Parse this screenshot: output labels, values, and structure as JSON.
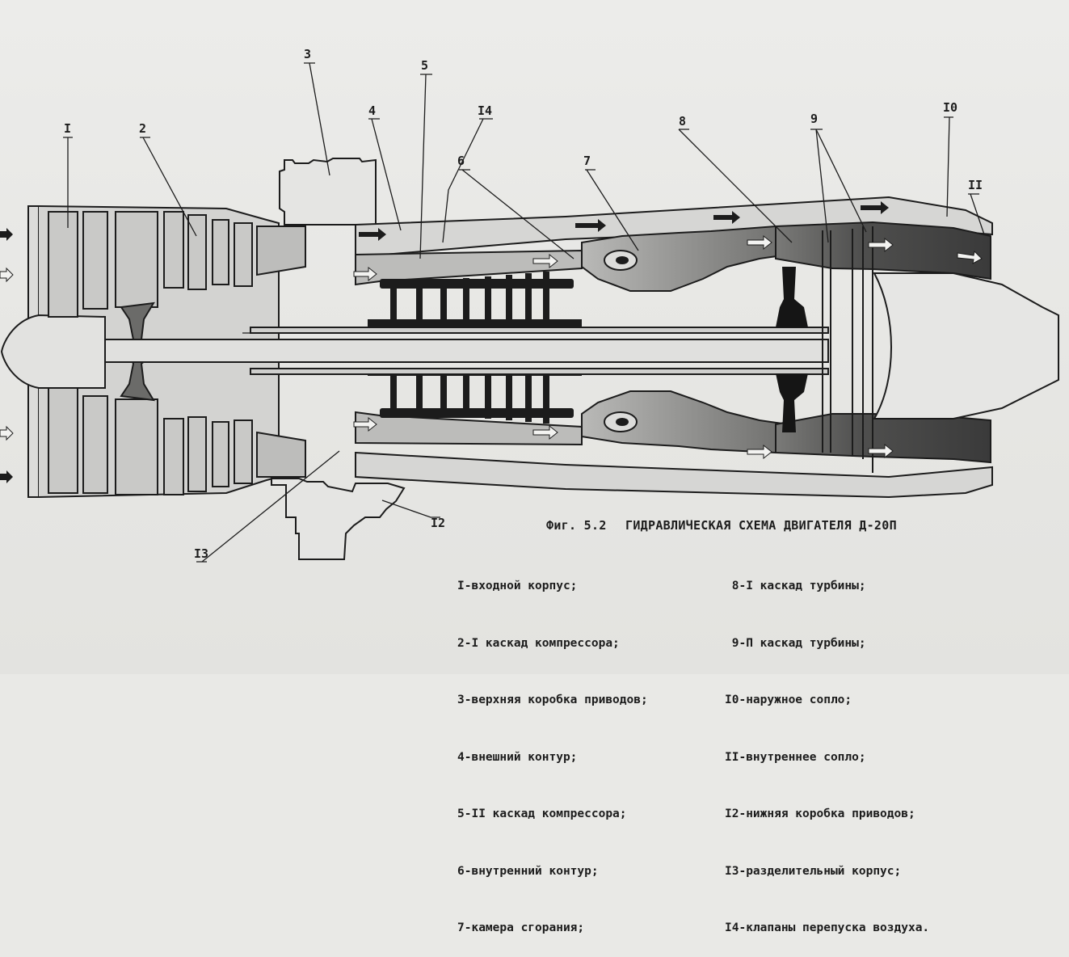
{
  "figure": {
    "number": "Фиг. 5.2",
    "title": "ГИДРАВЛИЧЕСКАЯ СХЕМА ДВИГАТЕЛЯ Д-20П"
  },
  "callouts": [
    {
      "id": "1",
      "label": "I"
    },
    {
      "id": "2",
      "label": "2"
    },
    {
      "id": "3",
      "label": "3"
    },
    {
      "id": "4",
      "label": "4"
    },
    {
      "id": "5",
      "label": "5"
    },
    {
      "id": "6",
      "label": "6"
    },
    {
      "id": "7",
      "label": "7"
    },
    {
      "id": "8",
      "label": "8"
    },
    {
      "id": "9",
      "label": "9"
    },
    {
      "id": "10",
      "label": "I0"
    },
    {
      "id": "11",
      "label": "II"
    },
    {
      "id": "12",
      "label": "I2"
    },
    {
      "id": "13",
      "label": "I3"
    },
    {
      "id": "14",
      "label": "I4"
    }
  ],
  "legend": {
    "left": [
      "I-входной корпус;",
      "2-I каскад компрессора;",
      "3-верхняя коробка приводов;",
      "4-внешний контур;",
      "5-II каскад компрессора;",
      "6-внутренний контур;",
      "7-камера сгорания;"
    ],
    "right": [
      " 8-I каскад турбины;",
      " 9-П каскад турбины;",
      "I0-наружное сопло;",
      "II-внутреннее сопло;",
      "I2-нижняя коробка приводов;",
      "I3-разделительный корпус;",
      "I4-клапаны перепуска воздуха."
    ]
  },
  "colors": {
    "paper": "#e9e9e6",
    "ink": "#1c1c1c",
    "light_fill": "#d2d2d0",
    "mid_fill": "#a9a9a7",
    "hot_fill": "#4a4a4a"
  }
}
